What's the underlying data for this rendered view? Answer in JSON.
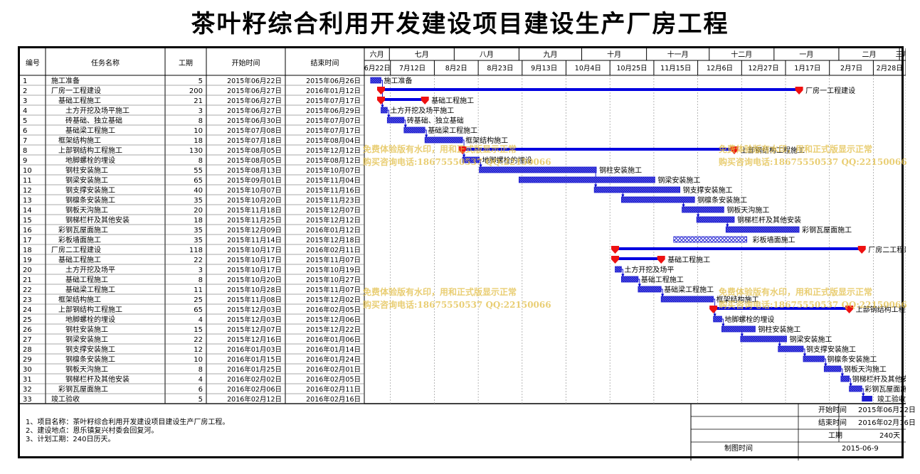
{
  "title": "茶叶籽综合利用开发建设项目建设生产厂房工程",
  "headers": {
    "id": "编号",
    "name": "任务名称",
    "duration": "工期",
    "start": "开始时间",
    "end": "结束时间"
  },
  "months": [
    {
      "label": "六月",
      "start": "2015-06-15",
      "end": "2015-07-01"
    },
    {
      "label": "七月",
      "start": "2015-07-01",
      "end": "2015-08-01"
    },
    {
      "label": "八月",
      "start": "2015-08-01",
      "end": "2015-09-01"
    },
    {
      "label": "九月",
      "start": "2015-09-01",
      "end": "2015-10-01"
    },
    {
      "label": "十月",
      "start": "2015-10-01",
      "end": "2015-11-01"
    },
    {
      "label": "十一月",
      "start": "2015-11-01",
      "end": "2015-12-01"
    },
    {
      "label": "十二月",
      "start": "2015-12-01",
      "end": "2016-01-01"
    },
    {
      "label": "一月",
      "start": "2016-01-01",
      "end": "2016-02-01"
    },
    {
      "label": "二月",
      "start": "2016-02-01",
      "end": "2016-03-01"
    },
    {
      "label": "三月",
      "start": "2016-03-01",
      "end": "2016-03-15"
    }
  ],
  "weeks": [
    {
      "label": "6月22日",
      "date": "2015-06-22"
    },
    {
      "label": "7月12日",
      "date": "2015-07-12"
    },
    {
      "label": "8月2日",
      "date": "2015-08-02"
    },
    {
      "label": "8月23日",
      "date": "2015-08-23"
    },
    {
      "label": "9月13日",
      "date": "2015-09-13"
    },
    {
      "label": "10月4日",
      "date": "2015-10-04"
    },
    {
      "label": "10月25日",
      "date": "2015-10-25"
    },
    {
      "label": "11月15日",
      "date": "2015-11-15"
    },
    {
      "label": "12月6日",
      "date": "2015-12-06"
    },
    {
      "label": "12月27日",
      "date": "2015-12-27"
    },
    {
      "label": "1月17日",
      "date": "2016-01-17"
    },
    {
      "label": "2月7日",
      "date": "2016-02-07"
    },
    {
      "label": "2月28日",
      "date": "2016-02-28"
    }
  ],
  "tasks": [
    {
      "id": "1",
      "name": "施工准备",
      "level": 0,
      "duration": "5",
      "start": "2015年06月22日",
      "end": "2015年06月26日",
      "s": "2015-06-22",
      "e": "2015-06-26",
      "type": "task"
    },
    {
      "id": "2",
      "name": "厂房一工程建设",
      "level": 0,
      "duration": "200",
      "start": "2015年06月27日",
      "end": "2016年01月12日",
      "s": "2015-06-27",
      "e": "2016-01-12",
      "type": "summary"
    },
    {
      "id": "3",
      "name": "基础工程施工",
      "level": 1,
      "duration": "21",
      "start": "2015年06月27日",
      "end": "2015年07月17日",
      "s": "2015-06-27",
      "e": "2015-07-17",
      "type": "summary"
    },
    {
      "id": "4",
      "name": "土方开挖及场平施工",
      "level": 2,
      "duration": "3",
      "start": "2015年06月27日",
      "end": "2015年06月29日",
      "s": "2015-06-27",
      "e": "2015-06-29",
      "type": "task"
    },
    {
      "id": "5",
      "name": "砖基础、独立基础",
      "level": 2,
      "duration": "8",
      "start": "2015年06月30日",
      "end": "2015年07月07日",
      "s": "2015-06-30",
      "e": "2015-07-07",
      "type": "task"
    },
    {
      "id": "6",
      "name": "基础梁工程施工",
      "level": 2,
      "duration": "10",
      "start": "2015年07月08日",
      "end": "2015年07月17日",
      "s": "2015-07-08",
      "e": "2015-07-17",
      "type": "task"
    },
    {
      "id": "7",
      "name": "框架结构施工",
      "level": 1,
      "duration": "18",
      "start": "2015年07月18日",
      "end": "2015年08月04日",
      "s": "2015-07-18",
      "e": "2015-08-04",
      "type": "task"
    },
    {
      "id": "8",
      "name": "上部钢结构工程施工",
      "level": 1,
      "duration": "130",
      "start": "2015年08月05日",
      "end": "2015年12月12日",
      "s": "2015-08-05",
      "e": "2015-12-12",
      "type": "summary"
    },
    {
      "id": "9",
      "name": "地脚螺栓的埋设",
      "level": 2,
      "duration": "8",
      "start": "2015年08月05日",
      "end": "2015年08月12日",
      "s": "2015-08-05",
      "e": "2015-08-12",
      "type": "task"
    },
    {
      "id": "10",
      "name": "钢柱安装施工",
      "level": 2,
      "duration": "55",
      "start": "2015年08月13日",
      "end": "2015年10月07日",
      "s": "2015-08-13",
      "e": "2015-10-07",
      "type": "task"
    },
    {
      "id": "11",
      "name": "钢梁安装施工",
      "level": 2,
      "duration": "65",
      "start": "2015年09月01日",
      "end": "2015年11月04日",
      "s": "2015-09-01",
      "e": "2015-11-04",
      "type": "task"
    },
    {
      "id": "12",
      "name": "钢支撑安装施工",
      "level": 2,
      "duration": "40",
      "start": "2015年10月07日",
      "end": "2015年11月16日",
      "s": "2015-10-07",
      "e": "2015-11-16",
      "type": "task"
    },
    {
      "id": "13",
      "name": "钢檩条安装施工",
      "level": 2,
      "duration": "35",
      "start": "2015年10月20日",
      "end": "2015年11月23日",
      "s": "2015-10-20",
      "e": "2015-11-23",
      "type": "task"
    },
    {
      "id": "14",
      "name": "钢板天沟施工",
      "level": 2,
      "duration": "20",
      "start": "2015年11月18日",
      "end": "2015年12月07日",
      "s": "2015-11-18",
      "e": "2015-12-07",
      "type": "task"
    },
    {
      "id": "15",
      "name": "钢梯栏杆及其他安装",
      "level": 2,
      "duration": "18",
      "start": "2015年11月25日",
      "end": "2015年12月12日",
      "s": "2015-11-25",
      "e": "2015-12-12",
      "type": "task"
    },
    {
      "id": "16",
      "name": "彩钢瓦屋面施工",
      "level": 1,
      "duration": "35",
      "start": "2015年12月09日",
      "end": "2016年01月12日",
      "s": "2015-12-09",
      "e": "2016-01-12",
      "type": "task"
    },
    {
      "id": "17",
      "name": "彩板墙面施工",
      "level": 1,
      "duration": "35",
      "start": "2015年11月14日",
      "end": "2015年12月18日",
      "s": "2015-11-14",
      "e": "2015-12-18",
      "type": "crosshatch"
    },
    {
      "id": "18",
      "name": "厂房二工程建设",
      "level": 0,
      "duration": "118",
      "start": "2015年10月17日",
      "end": "2016年02月11日",
      "s": "2015-10-17",
      "e": "2016-02-11",
      "type": "summary"
    },
    {
      "id": "19",
      "name": "基础工程施工",
      "level": 1,
      "duration": "22",
      "start": "2015年10月17日",
      "end": "2015年11月07日",
      "s": "2015-10-17",
      "e": "2015-11-07",
      "type": "summary"
    },
    {
      "id": "20",
      "name": "土方开挖及场平",
      "level": 2,
      "duration": "3",
      "start": "2015年10月17日",
      "end": "2015年10月19日",
      "s": "2015-10-17",
      "e": "2015-10-19",
      "type": "task"
    },
    {
      "id": "21",
      "name": "基础工程施工",
      "level": 2,
      "duration": "8",
      "start": "2015年10月20日",
      "end": "2015年10月27日",
      "s": "2015-10-20",
      "e": "2015-10-27",
      "type": "task"
    },
    {
      "id": "22",
      "name": "基础梁工程施工",
      "level": 2,
      "duration": "11",
      "start": "2015年10月28日",
      "end": "2015年11月07日",
      "s": "2015-10-28",
      "e": "2015-11-07",
      "type": "task"
    },
    {
      "id": "23",
      "name": "框架结构施工",
      "level": 1,
      "duration": "25",
      "start": "2015年11月08日",
      "end": "2015年12月02日",
      "s": "2015-11-08",
      "e": "2015-12-02",
      "type": "task"
    },
    {
      "id": "24",
      "name": "上部钢结构工程施工",
      "level": 1,
      "duration": "65",
      "start": "2015年12月03日",
      "end": "2016年02月05日",
      "s": "2015-12-03",
      "e": "2016-02-05",
      "type": "summary"
    },
    {
      "id": "25",
      "name": "地脚螺栓的埋设",
      "level": 2,
      "duration": "4",
      "start": "2015年12月03日",
      "end": "2015年12月06日",
      "s": "2015-12-03",
      "e": "2015-12-06",
      "type": "task"
    },
    {
      "id": "26",
      "name": "钢柱安装施工",
      "level": 2,
      "duration": "15",
      "start": "2015年12月07日",
      "end": "2015年12月22日",
      "s": "2015-12-07",
      "e": "2015-12-22",
      "type": "task"
    },
    {
      "id": "27",
      "name": "钢梁安装施工",
      "level": 2,
      "duration": "22",
      "start": "2015年12月16日",
      "end": "2016年01月06日",
      "s": "2015-12-16",
      "e": "2016-01-06",
      "type": "task"
    },
    {
      "id": "28",
      "name": "钢支撑安装施工",
      "level": 2,
      "duration": "12",
      "start": "2016年01月03日",
      "end": "2016年01月14日",
      "s": "2016-01-03",
      "e": "2016-01-14",
      "type": "task"
    },
    {
      "id": "29",
      "name": "钢檩条安装施工",
      "level": 2,
      "duration": "10",
      "start": "2016年01月15日",
      "end": "2016年01月24日",
      "s": "2016-01-15",
      "e": "2016-01-24",
      "type": "task"
    },
    {
      "id": "30",
      "name": "钢板天沟施工",
      "level": 2,
      "duration": "8",
      "start": "2016年01月25日",
      "end": "2016年02月01日",
      "s": "2016-01-25",
      "e": "2016-02-01",
      "type": "task"
    },
    {
      "id": "31",
      "name": "钢梯栏杆及其他安装",
      "level": 2,
      "duration": "4",
      "start": "2016年02月02日",
      "end": "2016年02月05日",
      "s": "2016-02-02",
      "e": "2016-02-05",
      "type": "task"
    },
    {
      "id": "32",
      "name": "彩钢瓦屋面施工",
      "level": 1,
      "duration": "6",
      "start": "2016年02月06日",
      "end": "2016年02月11日",
      "s": "2016-02-06",
      "e": "2016-02-11",
      "type": "task"
    },
    {
      "id": "33",
      "name": "竣工验收",
      "level": 0,
      "duration": "5",
      "start": "2016年02月12日",
      "end": "2016年02月16日",
      "s": "2016-02-12",
      "e": "2016-02-16",
      "type": "solid"
    }
  ],
  "notes": [
    "1、项目名称：茶叶籽综合利用开发建设项目建设生产厂房工程。",
    "2、建设地点：恩乐镇复兴村委会回复河。",
    "3、计划工期：240日历天。"
  ],
  "summary": {
    "start_label": "开始时间",
    "start_value": "2015年06月22日",
    "end_label": "结束时间",
    "end_value": "2016年02月16日",
    "duration_label": "工期",
    "duration_value": "240天",
    "drawn_label": "制图时间",
    "drawn_value": "2015-06-9"
  },
  "watermark": {
    "line1": "免费体验版有水印，用和正式版显示正常",
    "line2": "购买咨询电话:18675550537 QQ:22150066",
    "line1b": "免费体验版有水印，用和正式版显示正常",
    "line2b": "购买咨询电话:18675550537 QQ:22150066"
  },
  "colors": {
    "bar": "#1c1cd0",
    "summary": "#0000e0",
    "diamond": "#ee1111",
    "link": "#0000cc",
    "grid": "#999999"
  }
}
